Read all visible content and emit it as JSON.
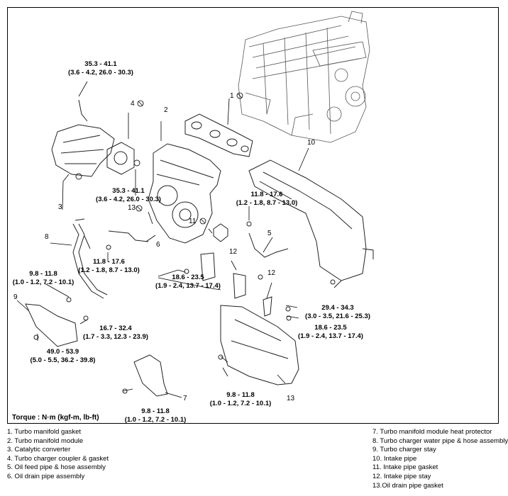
{
  "torque_note": "Torque : N·m (kgf-m, lb-ft)",
  "torque_labels": [
    {
      "line1": "35.3 - 41.1",
      "line2": "(3.6 - 4.2, 26.0 - 30.3)"
    },
    {
      "line1": "35.3 - 41.1",
      "line2": "(3.6 - 4.2, 26.0 - 30.3)"
    },
    {
      "line1": "11.8 - 17.6",
      "line2": "(1.2 - 1.8, 8.7 - 13.0)"
    },
    {
      "line1": "11.8 - 17.6",
      "line2": "(1.2 - 1.8, 8.7 - 13.0)"
    },
    {
      "line1": "18.6 - 23.5",
      "line2": "(1.9 - 2.4, 13.7 - 17.4)"
    },
    {
      "line1": "9.8 - 11.8",
      "line2": "(1.0 - 1.2, 7.2 - 10.1)"
    },
    {
      "line1": "16.7 - 32.4",
      "line2": "(1.7 - 3.3, 12.3 - 23.9)"
    },
    {
      "line1": "49.0 - 53.9",
      "line2": "(5.0 - 5.5, 36.2 - 39.8)"
    },
    {
      "line1": "29.4 - 34.3",
      "line2": "(3.0 - 3.5, 21.6 - 25.3)"
    },
    {
      "line1": "18.6 - 23.5",
      "line2": "(1.9 - 2.4, 13.7 - 17.4)"
    },
    {
      "line1": "9.8 - 11.8",
      "line2": "(1.0 - 1.2, 7.2 - 10.1)"
    },
    {
      "line1": "9.8 - 11.8",
      "line2": "(1.0 - 1.2, 7.2 - 10.1)"
    }
  ],
  "callouts": [
    "1",
    "2",
    "3",
    "4",
    "5",
    "6",
    "7",
    "8",
    "9",
    "10",
    "11",
    "12",
    "12",
    "13",
    "13"
  ],
  "legend_left": [
    "1. Turbo manifold gasket",
    "2. Turbo manifold module",
    "3. Catalytic converter",
    "4. Turbo charger coupler & gasket",
    "5. Oil feed pipe & hose assembly",
    "6. Oil drain pipe assembly"
  ],
  "legend_right": [
    "7. Turbo manifold module heat protector",
    "8. Turbo charger water pipe & hose assembly",
    "9. Turbo charger stay",
    "10. Intake pipe",
    "11. Intake pipe gasket",
    "12. Intake pipe stay",
    "13.Oil drain pipe gasket"
  ]
}
